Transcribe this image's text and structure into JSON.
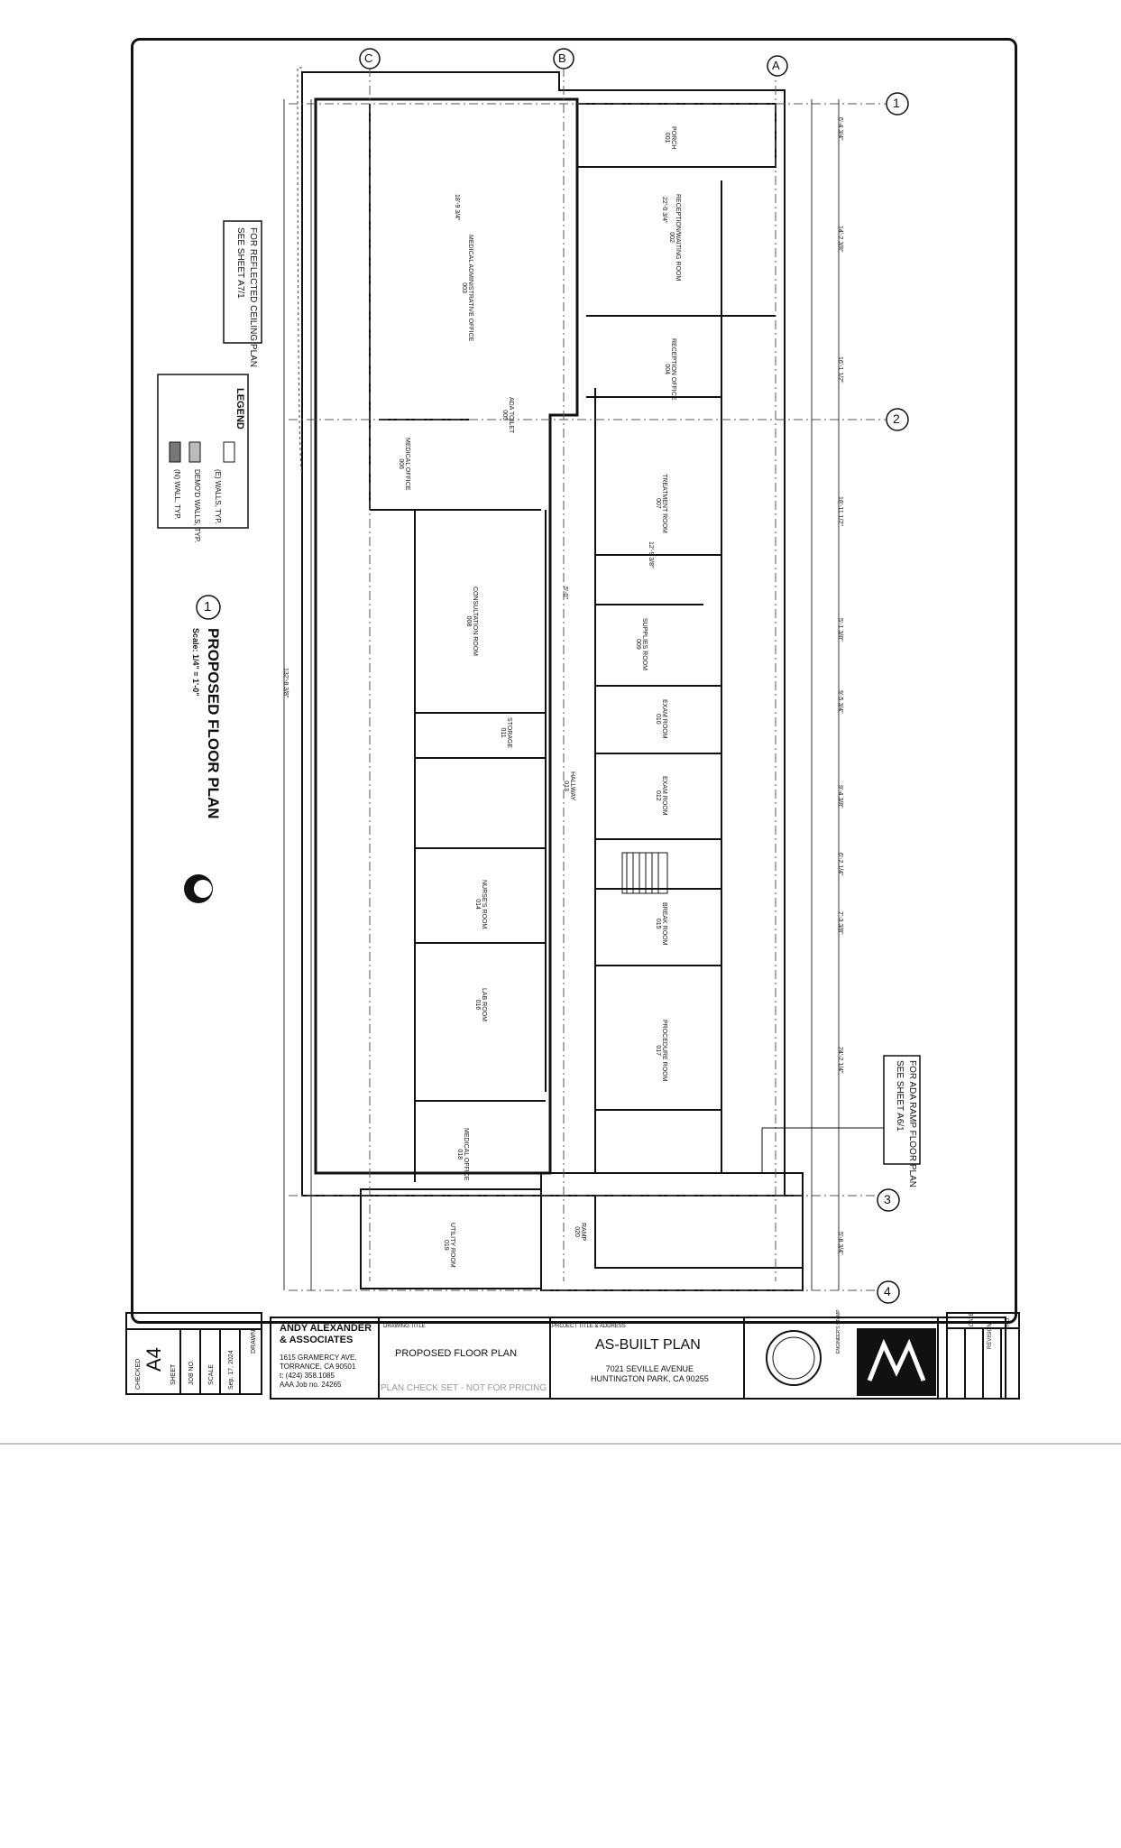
{
  "grid_labels": {
    "c": "C",
    "b": "B",
    "a": "A",
    "g1": "1",
    "g2": "2",
    "g3": "3",
    "g4": "4",
    "plan_num": "1"
  },
  "notes": {
    "ceiling_plan": [
      "FOR REFLECTED CEILING PLAN",
      "SEE SHEET A7/1"
    ],
    "ada_ramp": [
      "FOR ADA RAMP FLOOR PLAN",
      "SEE SHEET A6/1"
    ]
  },
  "legend": {
    "title": "LEGEND",
    "items": [
      "(E) WALLS, TYP.",
      "DEMO'D WALLS, TYP.",
      "(N) WALL, TYP."
    ]
  },
  "plan_title": "PROPOSED FLOOR PLAN",
  "plan_scale": "Scale: 1/4\" = 1'-0\"",
  "rooms": [
    {
      "name": "PORCH",
      "num": "001"
    },
    {
      "name": "RECEPTION/WAITING ROOM",
      "num": "002"
    },
    {
      "name": "MEDICAL ADMINISTRATIVE OFFICE",
      "num": "003"
    },
    {
      "name": "RECEPTION OFFICE",
      "num": "004"
    },
    {
      "name": "ADA TOILET",
      "num": "005"
    },
    {
      "name": "MEDICAL OFFICE",
      "num": "006"
    },
    {
      "name": "TREATMENT ROOM",
      "num": "007"
    },
    {
      "name": "CONSULTATION ROOM",
      "num": "008"
    },
    {
      "name": "SUPPLIES ROOM",
      "num": "009"
    },
    {
      "name": "EXAM ROOM",
      "num": "010"
    },
    {
      "name": "STORAGE",
      "num": "011"
    },
    {
      "name": "EXAM ROOM",
      "num": "012"
    },
    {
      "name": "HALLWAY",
      "num": "013"
    },
    {
      "name": "NURSE'S ROOM",
      "num": "014"
    },
    {
      "name": "BREAK ROOM",
      "num": "015"
    },
    {
      "name": "LAB ROOM",
      "num": "016"
    },
    {
      "name": "PROCEDURE ROOM",
      "num": "017"
    },
    {
      "name": "MEDICAL OFFICE",
      "num": "018"
    },
    {
      "name": "UTILITY ROOM",
      "num": "019"
    },
    {
      "name": "RAMP",
      "num": "020"
    }
  ],
  "dims": [
    "6'-4 3/4\"",
    "14'-2 3/8\"",
    "16'-1 1/2\"",
    "18'-11 1/2\"",
    "5'-1 3/8\"",
    "9'-5 3/4\"",
    "9'-4 3/8\"",
    "6'-2 1/4\"",
    "7'-3 3/8\"",
    "24'-2 1/4\"",
    "5'-8 3/4\"",
    "18'-9 3/4\"",
    "22'-0 3/4\"",
    "12'-9 3/8\"",
    "5'-0\"",
    "132'-8 3/8\""
  ],
  "title_block": {
    "sheet": "A4",
    "checked_label": "CHECKED",
    "drawn_label": "DRAWN",
    "date": "Sep. 17, 2024",
    "scale_label": "SCALE",
    "job_label": "JOB NO.",
    "sheet_label": "SHEET",
    "firm_name": [
      "ANDY ALEXANDER",
      "& ASSOCIATES"
    ],
    "firm_address": [
      "1615 GRAMERCY AVE.",
      "TORRANCE, CA 90501",
      "t: (424) 358.1085",
      "AAA Job no. 24265"
    ],
    "drawing_title_label": "DRAWING TITLE",
    "drawing_title": "PROPOSED FLOOR PLAN",
    "plan_check": "PLAN CHECK SET - NOT FOR PRICING",
    "project_label": "PROJECT TITLE & ADDRESS",
    "project_title": "AS-BUILT PLAN",
    "address": [
      "7021 SEVILLE AVENUE",
      "HUNTINGTON PARK, CA 90255"
    ],
    "engineer_stamp": "ENGINEER'S STAMP",
    "rev_labels": [
      "NO.",
      "REVISION",
      "DATE"
    ]
  }
}
